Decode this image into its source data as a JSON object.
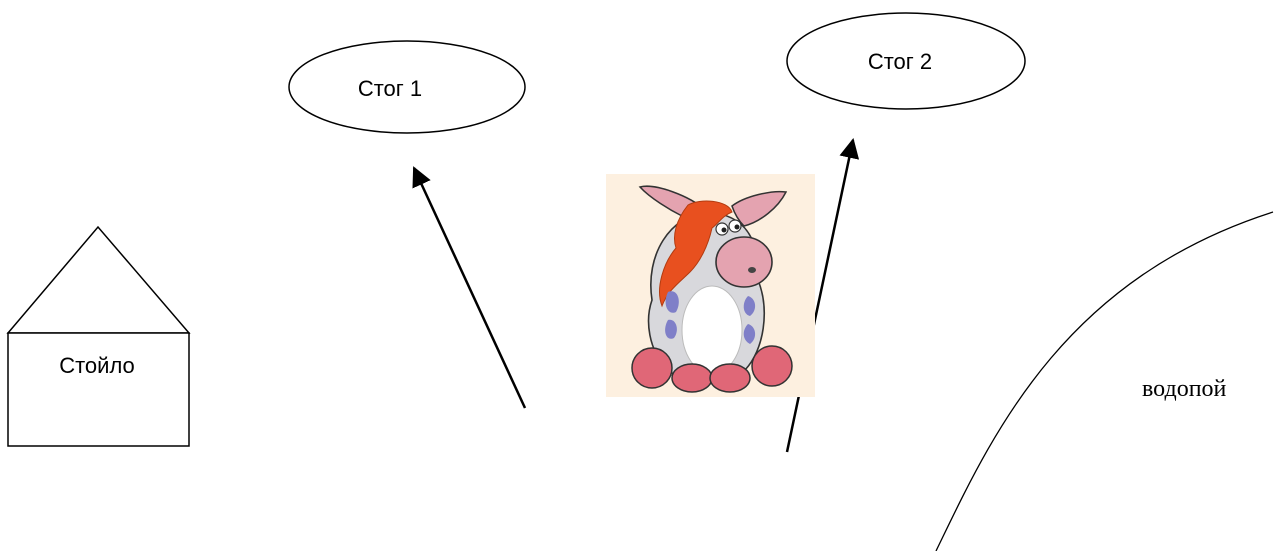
{
  "shapes": {
    "stack1": {
      "label": "Стог 1"
    },
    "stack2": {
      "label": "Стог 2"
    },
    "stall": {
      "label": "Стойло"
    },
    "watering_place": {
      "label": "водопой"
    }
  }
}
